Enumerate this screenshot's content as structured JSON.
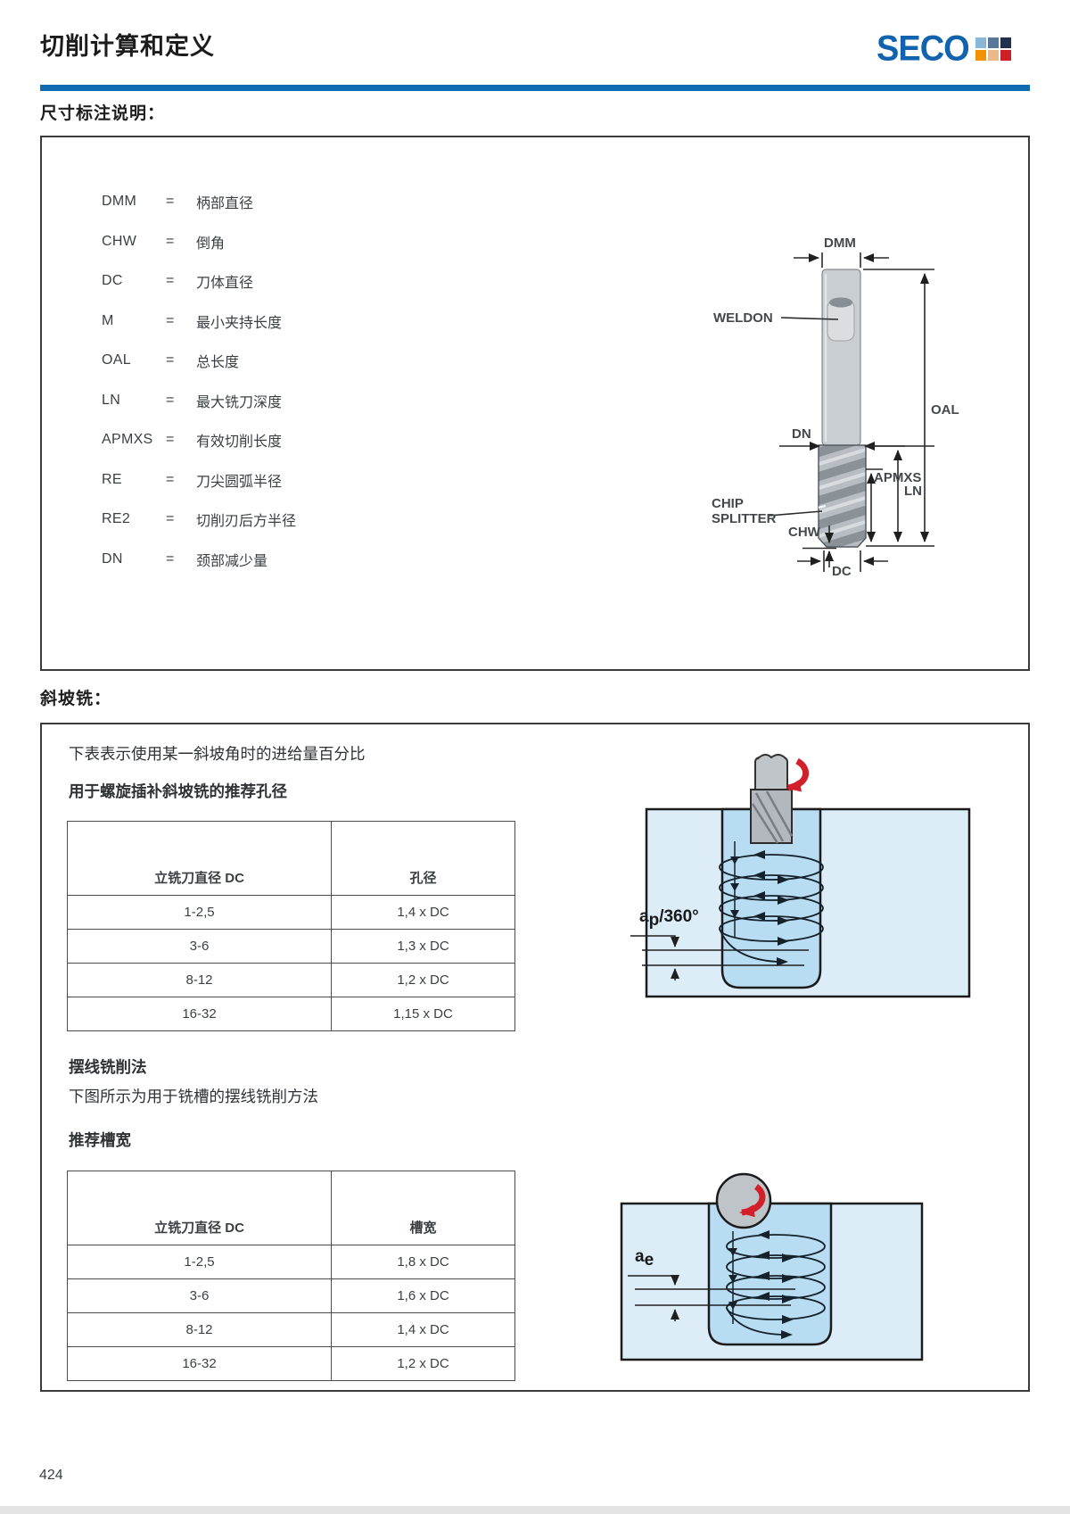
{
  "header": {
    "title": "切削计算和定义",
    "rule_color": "#0e6ab2",
    "logo": {
      "text": "SECO",
      "square_colors": [
        "#8ab6d8",
        "#57789b",
        "#22304f",
        "#f39200",
        "#e9b98c",
        "#cf2027"
      ]
    }
  },
  "dimension_section": {
    "title": "尺寸标注说明：",
    "eq": "=",
    "items": [
      {
        "abbr": "DMM",
        "desc": "柄部直径"
      },
      {
        "abbr": "CHW",
        "desc": "倒角"
      },
      {
        "abbr": "DC",
        "desc": "刀体直径"
      },
      {
        "abbr": "M",
        "desc": "最小夹持长度"
      },
      {
        "abbr": "OAL",
        "desc": "总长度"
      },
      {
        "abbr": "LN",
        "desc": "最大铣刀深度"
      },
      {
        "abbr": "APMXS",
        "desc": "有效切削长度"
      },
      {
        "abbr": "RE",
        "desc": "刀尖圆弧半径"
      },
      {
        "abbr": "RE2",
        "desc": "切削刃后方半径"
      },
      {
        "abbr": "DN",
        "desc": "颈部减少量"
      }
    ],
    "drawing_labels": {
      "dmm": "DMM",
      "weldon": "WELDON",
      "oal": "OAL",
      "dn": "DN",
      "ln": "LN",
      "apmxs": "APMXS",
      "chip": "CHIP",
      "splitter": "SPLITTER",
      "chw": "CHW",
      "dc": "DC"
    }
  },
  "ramping_section": {
    "title": "斜坡铣：",
    "intro": "下表表示使用某一斜坡角时的进给量百分比",
    "helical_heading": "用于螺旋插补斜坡铣的推荐孔径",
    "hole_table": {
      "headers": [
        "立铣刀直径 DC",
        "孔径"
      ],
      "rows": [
        [
          "1-2,5",
          "1,4 x DC"
        ],
        [
          "3-6",
          "1,3 x DC"
        ],
        [
          "8-12",
          "1,2 x DC"
        ],
        [
          "16-32",
          "1,15 x DC"
        ]
      ]
    },
    "helical_label": {
      "base": "a",
      "sub": "p",
      "rest": "/360°"
    },
    "trochoidal_heading": "摆线铣削法",
    "trochoidal_desc": "下图所示为用于铣槽的摆线铣削方法",
    "slot_heading": "推荐槽宽",
    "slot_table": {
      "headers": [
        "立铣刀直径 DC",
        "槽宽"
      ],
      "rows": [
        [
          "1-2,5",
          "1,8 x DC"
        ],
        [
          "3-6",
          "1,6 x DC"
        ],
        [
          "8-12",
          "1,4 x DC"
        ],
        [
          "16-32",
          "1,2 x DC"
        ]
      ]
    },
    "trochoidal_label": {
      "base": "a",
      "sub": "e"
    }
  },
  "footer": {
    "page_number": "424"
  }
}
